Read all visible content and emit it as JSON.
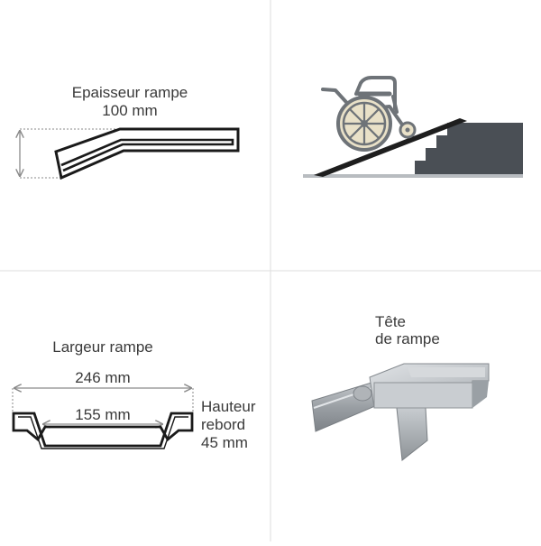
{
  "panels": {
    "thickness": {
      "title_line1": "Epaisseur rampe",
      "title_line2": "100 mm"
    },
    "width": {
      "title": "Largeur rampe",
      "outer_width": "246 mm",
      "inner_width": "155 mm",
      "rim_label_line1": "Hauteur",
      "rim_label_line2": "rebord",
      "rim_label_line3": "45 mm"
    },
    "head": {
      "title_line1": "Tête",
      "title_line2": "de rampe"
    }
  },
  "colors": {
    "divider": "#dddddd",
    "outline": "#1a1a1a",
    "dimension_line": "#8a8a8a",
    "steps": "#4a4f55",
    "wheelchair_frame": "#6e7378",
    "wheel_rim": "#e9e1c8",
    "aluminium": "#b9bdc1"
  }
}
